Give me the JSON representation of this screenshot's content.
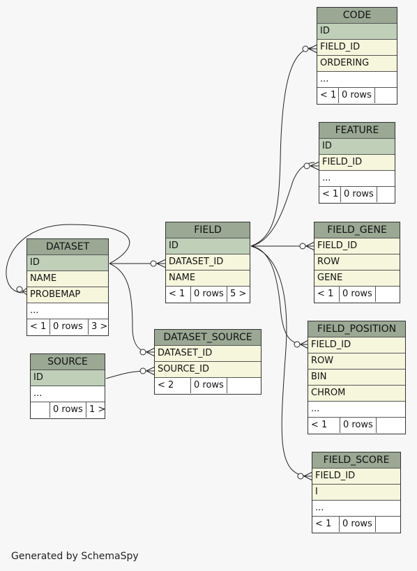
{
  "tables": [
    {
      "key": "code",
      "name": "CODE",
      "rows": [
        "ID",
        "FIELD_ID",
        "ORDERING",
        "..."
      ],
      "kinds": [
        "pk",
        "col",
        "col",
        "more"
      ],
      "footer": [
        "< 1",
        "0 rows",
        ""
      ]
    },
    {
      "key": "feature",
      "name": "FEATURE",
      "rows": [
        "ID",
        "FIELD_ID",
        "..."
      ],
      "kinds": [
        "pk",
        "col",
        "more"
      ],
      "footer": [
        "< 1",
        "0 rows",
        ""
      ]
    },
    {
      "key": "field",
      "name": "FIELD",
      "rows": [
        "ID",
        "DATASET_ID",
        "NAME"
      ],
      "kinds": [
        "pk",
        "col",
        "col"
      ],
      "footer": [
        "< 1",
        "0 rows",
        "5 >"
      ]
    },
    {
      "key": "field-gene",
      "name": "FIELD_GENE",
      "rows": [
        "FIELD_ID",
        "ROW",
        "GENE"
      ],
      "kinds": [
        "col",
        "col",
        "col"
      ],
      "footer": [
        "< 1",
        "0 rows",
        ""
      ]
    },
    {
      "key": "dataset",
      "name": "DATASET",
      "rows": [
        "ID",
        "NAME",
        "PROBEMAP",
        "..."
      ],
      "kinds": [
        "pk",
        "col",
        "col",
        "more"
      ],
      "footer": [
        "< 1",
        "0 rows",
        "3 >"
      ]
    },
    {
      "key": "dataset-source",
      "name": "DATASET_SOURCE",
      "rows": [
        "DATASET_ID",
        "SOURCE_ID"
      ],
      "kinds": [
        "col",
        "col"
      ],
      "footer": [
        "< 2",
        "0 rows",
        ""
      ]
    },
    {
      "key": "source",
      "name": "SOURCE",
      "rows": [
        "ID",
        "..."
      ],
      "kinds": [
        "pk",
        "more"
      ],
      "footer": [
        "",
        "0 rows",
        "1 >"
      ]
    },
    {
      "key": "field-position",
      "name": "FIELD_POSITION",
      "rows": [
        "FIELD_ID",
        "ROW",
        "BIN",
        "CHROM",
        "..."
      ],
      "kinds": [
        "col",
        "col",
        "col",
        "col",
        "more"
      ],
      "footer": [
        "< 1",
        "0 rows",
        ""
      ]
    },
    {
      "key": "field-score",
      "name": "FIELD_SCORE",
      "rows": [
        "FIELD_ID",
        "I",
        "..."
      ],
      "kinds": [
        "col",
        "col",
        "more"
      ],
      "footer": [
        "< 1",
        "0 rows",
        ""
      ]
    }
  ],
  "footer": {
    "text": "Generated by SchemaSpy"
  }
}
